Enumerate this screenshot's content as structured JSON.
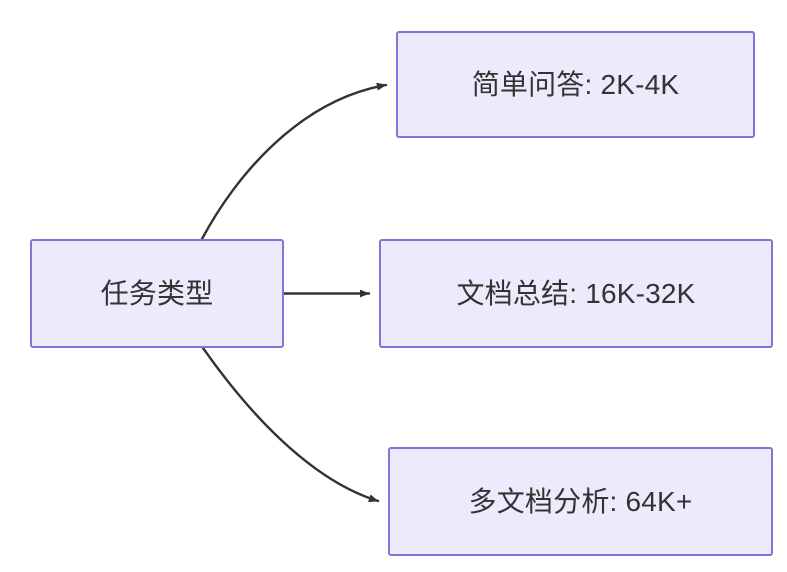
{
  "diagram": {
    "title": "任务类型",
    "background_color": "#FFFFFF",
    "node_fill_color": "#ECEAFB",
    "node_border_color": "#8B6FD8",
    "text_color": "#333333",
    "edge_color": "#333333",
    "root": {
      "label": "任务类型"
    },
    "children": [
      {
        "label": "简单问答: 2K-4K",
        "task": "简单问答",
        "context_range": "2K-4K",
        "edge_style": "curved-up"
      },
      {
        "label": "文档总结: 16K-32K",
        "task": "文档总结",
        "context_range": "16K-32K",
        "edge_style": "straight"
      },
      {
        "label": "多文档分析: 64K+",
        "task": "多文档分析",
        "context_range": "64K+",
        "edge_style": "curved-down"
      }
    ],
    "edges": [
      {
        "from": "任务类型",
        "to": "简单问答: 2K-4K",
        "label": ""
      },
      {
        "from": "任务类型",
        "to": "文档总结: 16K-32K",
        "label": ""
      },
      {
        "from": "任务类型",
        "to": "多文档分析: 64K+",
        "label": ""
      }
    ]
  }
}
